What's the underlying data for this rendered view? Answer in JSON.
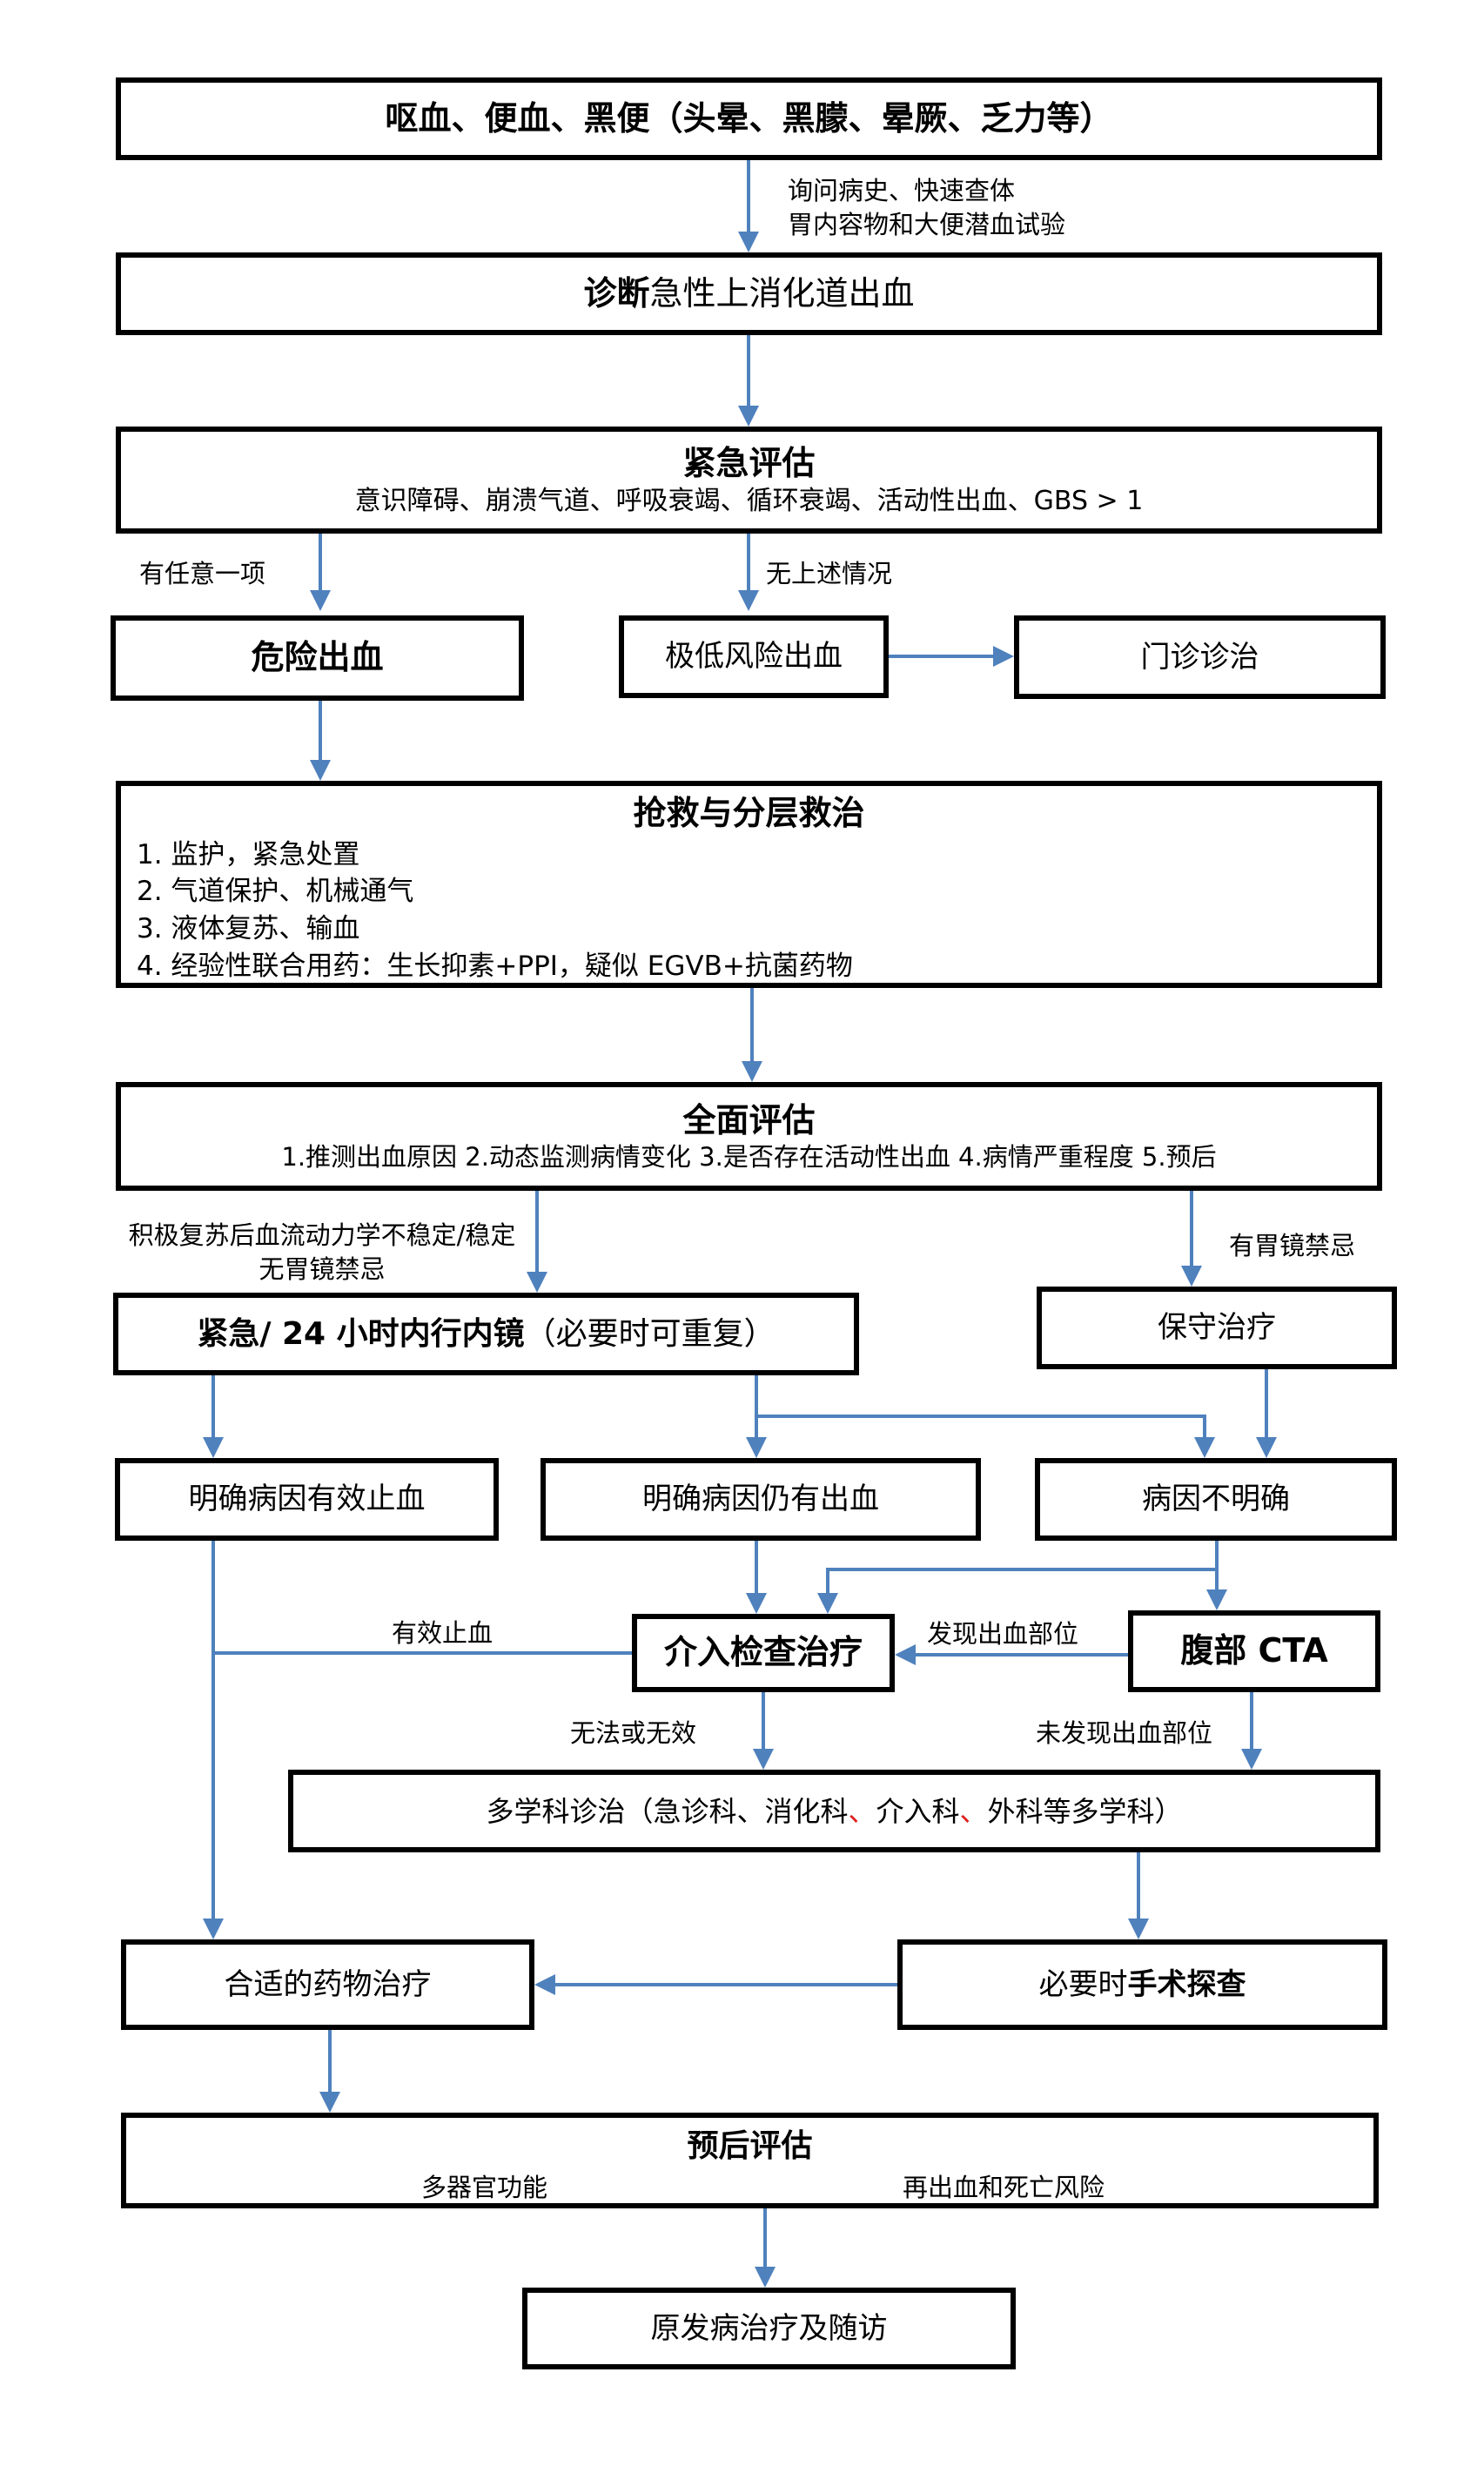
{
  "colors": {
    "arrow": "#4f81bd",
    "box_border": "#000000",
    "background": "#ffffff",
    "red_punctuation": "#e02020"
  },
  "nodes": {
    "symptoms": {
      "label": "呕血、便血、黑便（头晕、黑朦、晕厥、乏力等）"
    },
    "diagnosis": {
      "bold_part": "诊断",
      "normal_part": "急性上消化道出血"
    },
    "urgent_assessment": {
      "title": "紧急评估",
      "subtitle": "意识障碍、崩溃气道、呼吸衰竭、循环衰竭、活动性出血、GBS > 1"
    },
    "dangerous_bleeding": {
      "label": "危险出血"
    },
    "very_low_risk_bleeding": {
      "label": "极低风险出血"
    },
    "outpatient_care": {
      "label": "门诊诊治"
    },
    "rescue_tiered_treatment": {
      "title": "抢救与分层救治",
      "items": [
        "1.  监护，紧急处置",
        "2.  气道保护、机械通气",
        "3.  液体复苏、输血",
        "4.  经验性联合用药：生长抑素+PPI，疑似 EGVB+抗菌药物"
      ]
    },
    "full_assessment": {
      "title": "全面评估",
      "subtitle": "1.推测出血原因 2.动态监测病情变化 3.是否存在活动性出血 4.病情严重程度 5.预后"
    },
    "endoscopy": {
      "bold_part": "紧急/ 24 小时内行内镜",
      "normal_part": "（必要时可重复）"
    },
    "conservative_treatment": {
      "label": "保守治疗"
    },
    "cause_confirmed_hemostasis": {
      "label": "明确病因有效止血"
    },
    "cause_confirmed_still_bleeding": {
      "label": "明确病因仍有出血"
    },
    "cause_unknown": {
      "label": "病因不明确"
    },
    "interventional_therapy": {
      "label": "介入检查治疗"
    },
    "abdominal_cta": {
      "label": "腹部 CTA"
    },
    "mdt": {
      "segments": [
        {
          "text": "多学科诊治（急诊科、消化科"
        },
        {
          "text": "、"
        },
        {
          "text": "介入科"
        },
        {
          "text": "、"
        },
        {
          "text": "外科等多学科）"
        }
      ]
    },
    "appropriate_medication": {
      "label": "合适的药物治疗"
    },
    "surgical_exploration": {
      "normal_part": "必要时",
      "bold_part": "手术探查"
    },
    "prognosis_assessment": {
      "title": "预后评估",
      "left_note": "多器官功能",
      "right_note": "再出血和死亡风险"
    },
    "primary_disease_followup": {
      "label": "原发病治疗及随访"
    }
  },
  "edge_labels": {
    "history_line1": "询问病史、快速查体",
    "history_line2": "胃内容物和大便潜血试验",
    "any_one_item": "有任意一项",
    "none_of_above": "无上述情况",
    "unstable_line1": "积极复苏后血流动力学不稳定/稳定",
    "unstable_line2": "无胃镜禁忌",
    "gastroscopy_contraindicated": "有胃镜禁忌",
    "effective_hemostasis": "有效止血",
    "bleeding_site_found": "发现出血部位",
    "cannot_or_ineffective": "无法或无效",
    "bleeding_site_not_found": "未发现出血部位"
  }
}
